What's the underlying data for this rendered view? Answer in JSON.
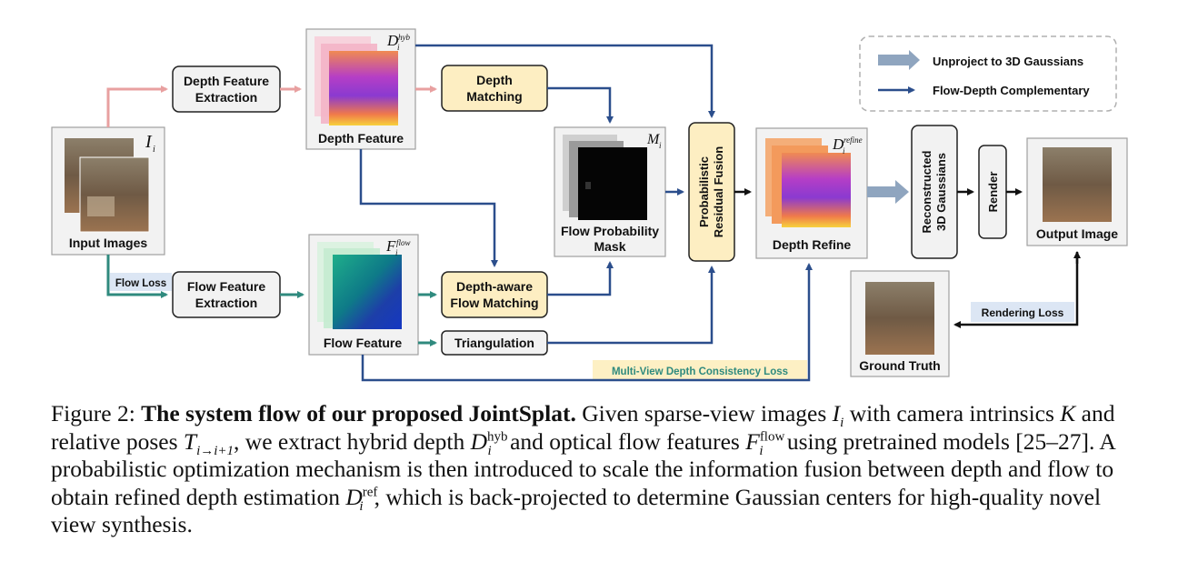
{
  "diagram": {
    "input": {
      "label": "Input Images",
      "symbol": "I",
      "sub": "i"
    },
    "depth_feature_extraction": {
      "line1": "Depth Feature",
      "line2": "Extraction"
    },
    "flow_feature_extraction": {
      "line1": "Flow Feature",
      "line2": "Extraction"
    },
    "depth_feature": {
      "label": "Depth Feature",
      "symbol": "D",
      "sub": "i",
      "sup": "hyb"
    },
    "flow_feature": {
      "label": "Flow Feature",
      "symbol": "F",
      "sub": "i",
      "sup": "flow"
    },
    "depth_matching": {
      "line1": "Depth",
      "line2": "Matching"
    },
    "depth_aware_flow_matching": {
      "line1": "Depth-aware",
      "line2": "Flow Matching"
    },
    "triangulation": {
      "label": "Triangulation"
    },
    "flow_prob_mask": {
      "line1": "Flow Probability",
      "line2": "Mask",
      "symbol": "M",
      "sub": "i"
    },
    "prob_residual_fusion": {
      "line1": "Probabilistic",
      "line2": "Residual Fusion"
    },
    "depth_refine": {
      "label": "Depth Refine",
      "symbol": "D",
      "sub": "i",
      "sup": "refine"
    },
    "reconstructed": {
      "line1": "Reconstructed",
      "line2": "3D Gaussians"
    },
    "render": {
      "label": "Render"
    },
    "output": {
      "label": "Output Image"
    },
    "ground_truth": {
      "label": "Ground Truth"
    },
    "losses": {
      "flow_loss": "Flow Loss",
      "rendering_loss": "Rendering Loss",
      "multi_view_loss": "Multi-View Depth Consistency Loss"
    },
    "legend": {
      "unproject": "Unproject to 3D Gaussians",
      "complementary": "Flow-Depth Complementary"
    },
    "colors": {
      "blue_arrow": "#2b4e8c",
      "pink_arrow": "#e8a0a0",
      "teal_arrow": "#2f8a7e",
      "gray_arrow": "#8fa5bf",
      "yellow_box": "#fdeec2",
      "gray_box": "#f2f2f2",
      "loss_blue": "#dce6f4",
      "loss_yellow": "#fdf0c4",
      "teal_text": "#2f8a7e"
    }
  },
  "caption": {
    "fig_label": "Figure 2:",
    "title": "The system flow of our proposed JointSplat.",
    "t1": " Given sparse-view images ",
    "I": "I",
    "i1": "i",
    "t2": " with camera intrinsics ",
    "K": "K",
    "t3": " and relative poses ",
    "T": "T",
    "Tsub": "i→i+1",
    "t4": ", we extract hybrid depth ",
    "D1": "D",
    "D1sub": "i",
    "D1sup": "hyb",
    "t5": " and optical flow features ",
    "F": "F",
    "Fsub": "i",
    "Fsup": "flow",
    "t6": " using pretrained models [25–27]. A probabilistic optimization mechanism is then introduced to scale the information fusion between depth and flow to obtain refined depth estimation ",
    "D2": "D",
    "D2sub": "i",
    "D2sup": "ref",
    "t7": ", which is back-projected to determine Gaussian centers for high-quality novel view synthesis."
  }
}
